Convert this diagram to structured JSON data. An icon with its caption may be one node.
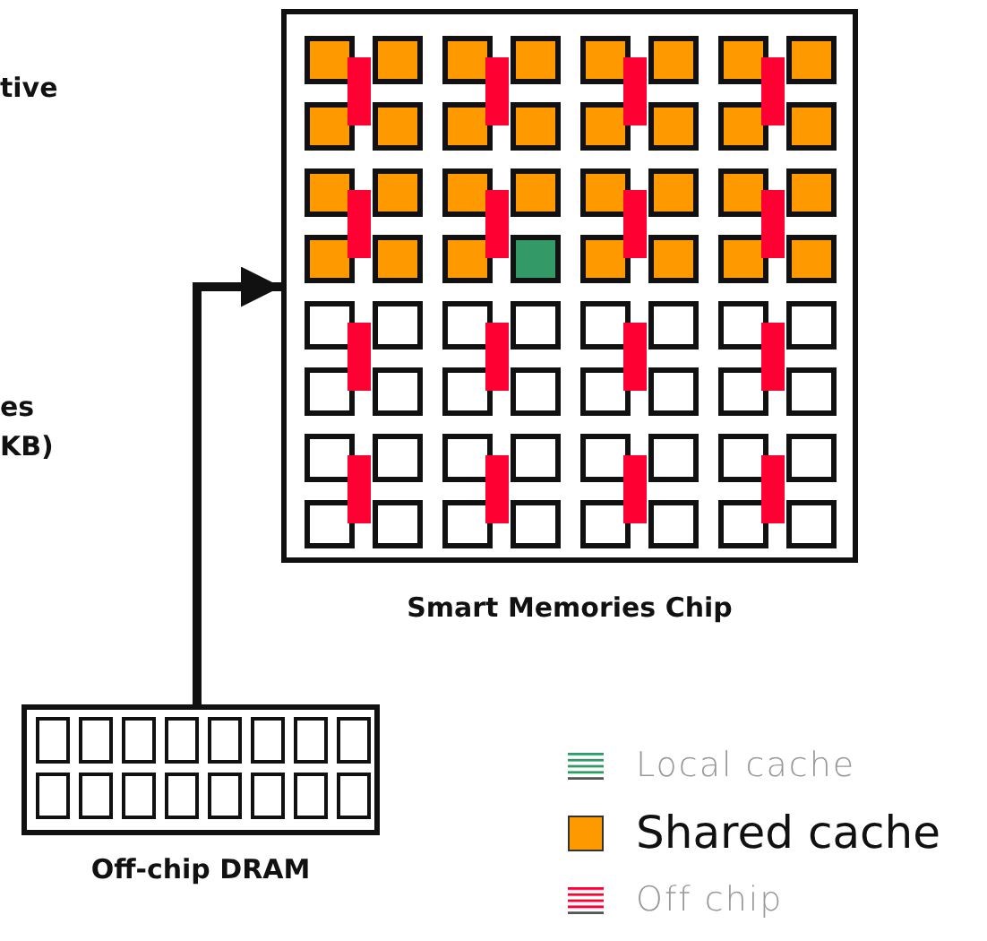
{
  "diagram": {
    "nodes": [
      {
        "text": [
          "Smart Memories Chip"
        ]
      },
      {
        "text": [
          "Off-chip DRAM"
        ]
      }
    ],
    "edges": [
      {
        "from": 1,
        "to": 0,
        "arrow": "to"
      }
    ],
    "labels": [
      "tive",
      "es",
      "KB)"
    ],
    "legend": [
      {
        "text": "Local cache",
        "color": "#339966"
      },
      {
        "text": "Shared cache",
        "color": "#ff9900"
      },
      {
        "text": "Off chip",
        "color": "#ff0033"
      }
    ]
  }
}
